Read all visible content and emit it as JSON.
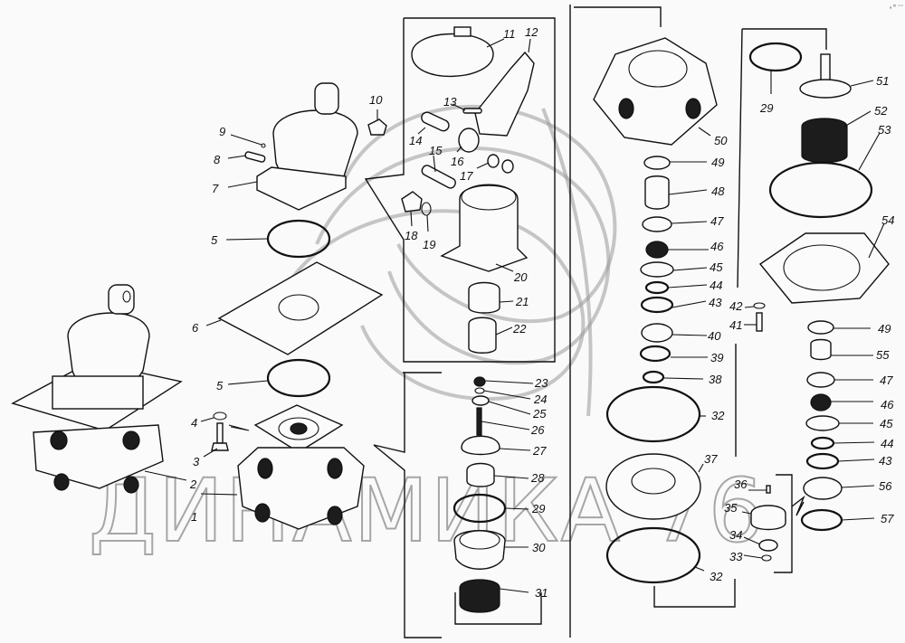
{
  "diagram": {
    "title": "Brake valve exploded parts diagram",
    "watermark": "ДИНАМИКА 76",
    "corner_mark": "ₐ ᵐ ⁼⁼",
    "callouts": [
      {
        "id": "1",
        "label": "1"
      },
      {
        "id": "2",
        "label": "2"
      },
      {
        "id": "3",
        "label": "3"
      },
      {
        "id": "4",
        "label": "4"
      },
      {
        "id": "5a",
        "label": "5"
      },
      {
        "id": "5b",
        "label": "5"
      },
      {
        "id": "6",
        "label": "6"
      },
      {
        "id": "7",
        "label": "7"
      },
      {
        "id": "8",
        "label": "8"
      },
      {
        "id": "9",
        "label": "9"
      },
      {
        "id": "10",
        "label": "10"
      },
      {
        "id": "11",
        "label": "11"
      },
      {
        "id": "12",
        "label": "12"
      },
      {
        "id": "13",
        "label": "13"
      },
      {
        "id": "14",
        "label": "14"
      },
      {
        "id": "15",
        "label": "15"
      },
      {
        "id": "16",
        "label": "16"
      },
      {
        "id": "17",
        "label": "17"
      },
      {
        "id": "18",
        "label": "18"
      },
      {
        "id": "19",
        "label": "19"
      },
      {
        "id": "20",
        "label": "20"
      },
      {
        "id": "21",
        "label": "21"
      },
      {
        "id": "22",
        "label": "22"
      },
      {
        "id": "23",
        "label": "23"
      },
      {
        "id": "24",
        "label": "24"
      },
      {
        "id": "25",
        "label": "25"
      },
      {
        "id": "26",
        "label": "26"
      },
      {
        "id": "27",
        "label": "27"
      },
      {
        "id": "28",
        "label": "28"
      },
      {
        "id": "29a",
        "label": "29"
      },
      {
        "id": "29b",
        "label": "29"
      },
      {
        "id": "30",
        "label": "30"
      },
      {
        "id": "31",
        "label": "31"
      },
      {
        "id": "32a",
        "label": "32"
      },
      {
        "id": "32b",
        "label": "32"
      },
      {
        "id": "33",
        "label": "33"
      },
      {
        "id": "34",
        "label": "34"
      },
      {
        "id": "35",
        "label": "35"
      },
      {
        "id": "36",
        "label": "36"
      },
      {
        "id": "37",
        "label": "37"
      },
      {
        "id": "38",
        "label": "38"
      },
      {
        "id": "39",
        "label": "39"
      },
      {
        "id": "40",
        "label": "40"
      },
      {
        "id": "41",
        "label": "41"
      },
      {
        "id": "42",
        "label": "42"
      },
      {
        "id": "43a",
        "label": "43"
      },
      {
        "id": "43b",
        "label": "43"
      },
      {
        "id": "44a",
        "label": "44"
      },
      {
        "id": "44b",
        "label": "44"
      },
      {
        "id": "45a",
        "label": "45"
      },
      {
        "id": "45b",
        "label": "45"
      },
      {
        "id": "46a",
        "label": "46"
      },
      {
        "id": "46b",
        "label": "46"
      },
      {
        "id": "47a",
        "label": "47"
      },
      {
        "id": "47b",
        "label": "47"
      },
      {
        "id": "48",
        "label": "48"
      },
      {
        "id": "49a",
        "label": "49"
      },
      {
        "id": "49b",
        "label": "49"
      },
      {
        "id": "50",
        "label": "50"
      },
      {
        "id": "51",
        "label": "51"
      },
      {
        "id": "52",
        "label": "52"
      },
      {
        "id": "53",
        "label": "53"
      },
      {
        "id": "54",
        "label": "54"
      },
      {
        "id": "55",
        "label": "55"
      },
      {
        "id": "56",
        "label": "56"
      },
      {
        "id": "57",
        "label": "57"
      }
    ]
  }
}
